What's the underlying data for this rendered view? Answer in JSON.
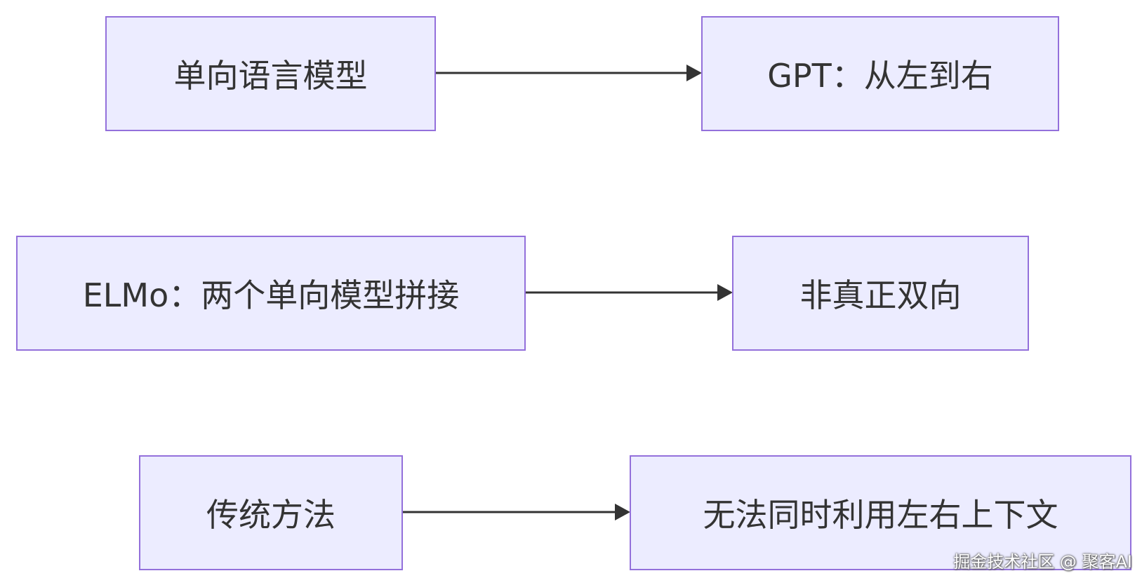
{
  "nodes": {
    "n1": {
      "label": "单向语言模型"
    },
    "n2": {
      "label": "GPT：从左到右"
    },
    "n3": {
      "label": "ELMo：两个单向模型拼接"
    },
    "n4": {
      "label": "非真正双向"
    },
    "n5": {
      "label": "传统方法"
    },
    "n6": {
      "label": "无法同时利用左右上下文"
    }
  },
  "edges": [
    {
      "from": "n1",
      "to": "n2"
    },
    {
      "from": "n3",
      "to": "n4"
    },
    {
      "from": "n5",
      "to": "n6"
    }
  ],
  "watermark": "掘金技术社区 @ 聚客AI",
  "colors": {
    "node_fill": "#ECECFF",
    "node_border": "#9370DB",
    "edge": "#333333",
    "text": "#333333"
  }
}
